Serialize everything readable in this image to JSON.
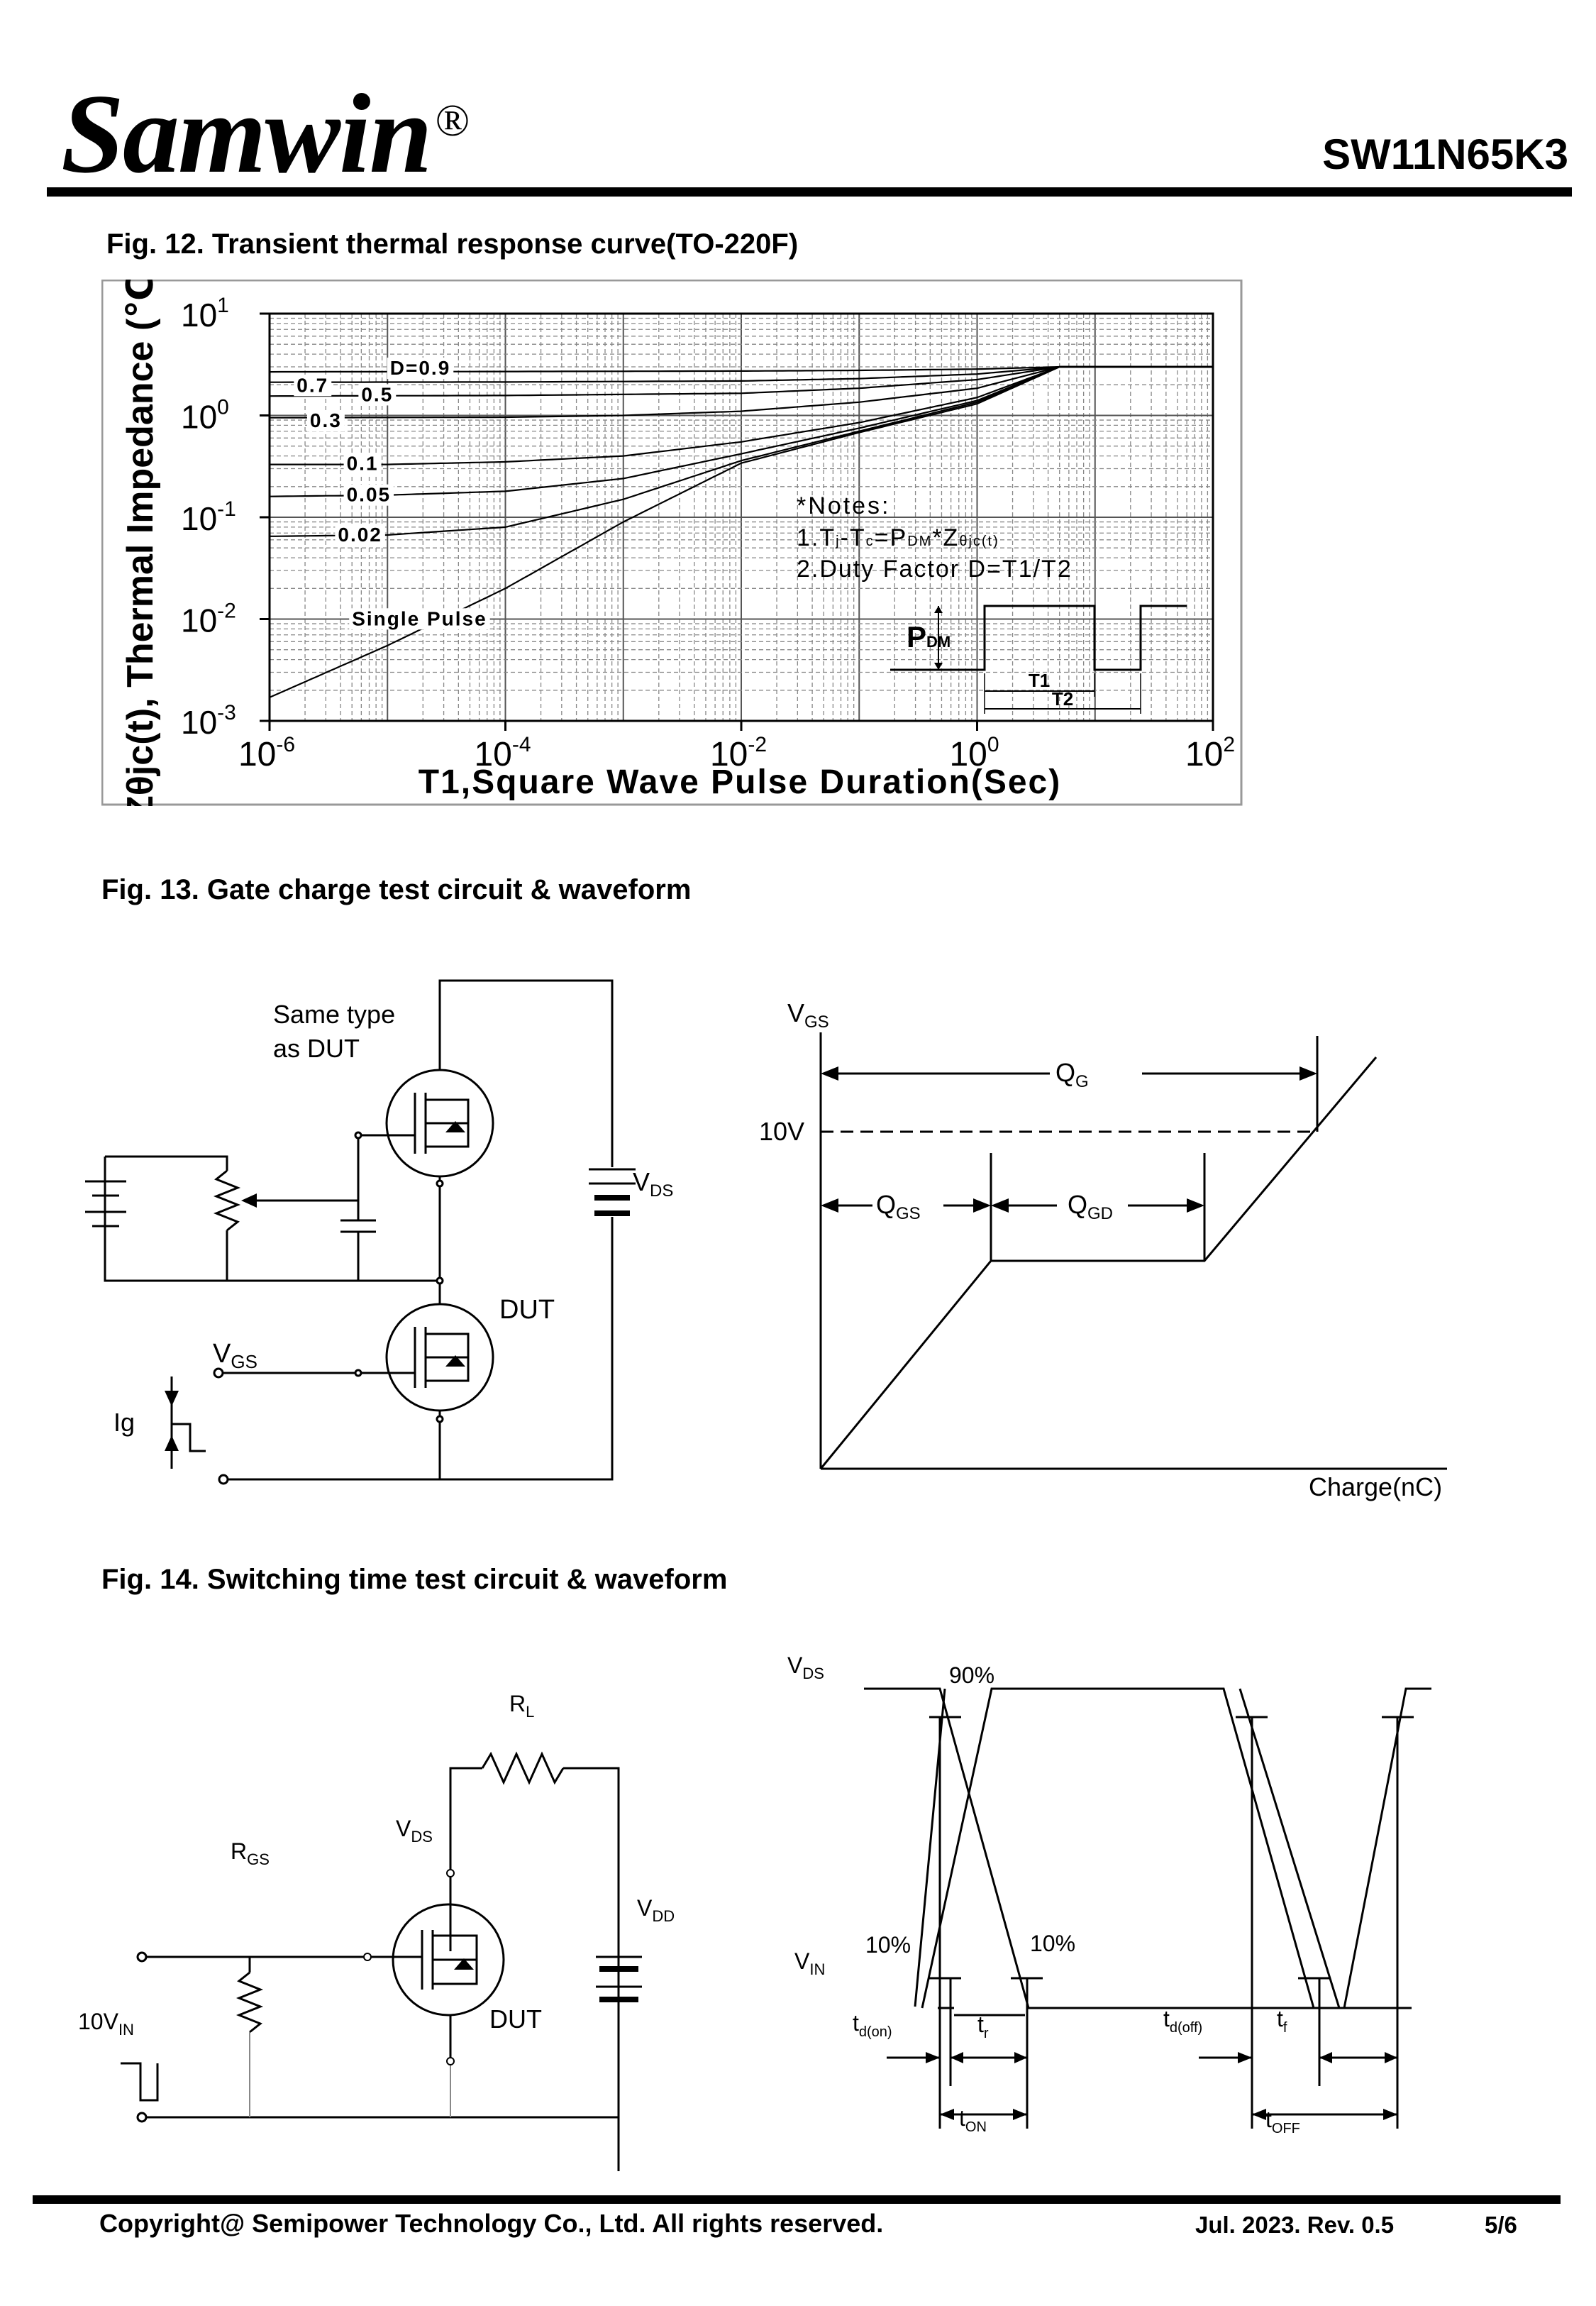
{
  "header": {
    "brand": "Samwin",
    "brand_mark": "®",
    "part_number": "SW11N65K3"
  },
  "fig12": {
    "title": "Fig. 12. Transient thermal response curve(TO-220F)",
    "chart_data": {
      "type": "line",
      "log_x": true,
      "log_y": true,
      "xlim": [
        1e-06,
        100
      ],
      "ylim": [
        0.001,
        10
      ],
      "grid": true,
      "x_tick_labels": [
        "10-6",
        "10-4",
        "10-2",
        "100",
        "102"
      ],
      "y_tick_labels": [
        "10-3",
        "10-2",
        "10-1",
        "100",
        "101"
      ],
      "xlabel": "T1,Square Wave Pulse Duration(Sec)",
      "ylabel": "Zθjc(t), Thermal Impedance (℃/W)",
      "series": [
        {
          "name": "D=0.9",
          "x": [
            1e-06,
            0.0001,
            0.01,
            0.1,
            1,
            5,
            100
          ],
          "y": [
            2.68,
            2.7,
            2.73,
            2.77,
            2.85,
            3.0,
            3.0
          ]
        },
        {
          "name": "0.7",
          "x": [
            1e-06,
            0.0001,
            0.01,
            0.1,
            1,
            5,
            100
          ],
          "y": [
            2.12,
            2.13,
            2.18,
            2.3,
            2.55,
            3.0,
            3.0
          ]
        },
        {
          "name": "0.5",
          "x": [
            1e-06,
            0.0001,
            0.01,
            0.1,
            1,
            5,
            100
          ],
          "y": [
            1.55,
            1.57,
            1.65,
            1.85,
            2.25,
            3.0,
            3.0
          ]
        },
        {
          "name": "0.3",
          "x": [
            1e-06,
            0.0001,
            0.001,
            0.01,
            0.1,
            1,
            5,
            100
          ],
          "y": [
            0.95,
            0.96,
            1.0,
            1.1,
            1.35,
            1.85,
            3.0,
            3.0
          ]
        },
        {
          "name": "0.1",
          "x": [
            1e-06,
            1e-05,
            0.0001,
            0.001,
            0.01,
            0.1,
            1,
            5,
            100
          ],
          "y": [
            0.33,
            0.33,
            0.35,
            0.4,
            0.55,
            0.85,
            1.5,
            3.0,
            3.0
          ]
        },
        {
          "name": "0.05",
          "x": [
            1e-06,
            1e-05,
            0.0001,
            0.001,
            0.01,
            0.1,
            1,
            5,
            100
          ],
          "y": [
            0.16,
            0.165,
            0.18,
            0.24,
            0.42,
            0.75,
            1.4,
            3.0,
            3.0
          ]
        },
        {
          "name": "0.02",
          "x": [
            1e-06,
            1e-05,
            0.0001,
            0.001,
            0.01,
            0.1,
            1,
            5,
            100
          ],
          "y": [
            0.065,
            0.067,
            0.08,
            0.15,
            0.36,
            0.7,
            1.35,
            3.0,
            3.0
          ]
        },
        {
          "name": "Single Pulse",
          "x": [
            1e-06,
            1e-05,
            0.0001,
            0.001,
            0.01,
            0.1,
            1,
            5,
            100
          ],
          "y": [
            0.0017,
            0.0055,
            0.02,
            0.09,
            0.34,
            0.68,
            1.3,
            3.0,
            3.0
          ]
        }
      ]
    },
    "notes": {
      "heading": "*Notes:",
      "note1_a": "1.T",
      "note1_a_sub": "j",
      "note1_b": "-T",
      "note1_b_sub": "c",
      "note1_c": "=P",
      "note1_c_sub": "DM",
      "note1_d": "*Z",
      "note1_d_sub": "θjc(t)",
      "note2": "2.Duty Factor D=T1/T2"
    },
    "inset": {
      "pdm": "P",
      "pdm_sub": "DM",
      "t1": "T1",
      "t2": "T2"
    }
  },
  "fig13": {
    "title": "Fig. 13. Gate charge test circuit & waveform",
    "circuit": {
      "same_type_1": "Same type",
      "same_type_2": "as DUT",
      "vds": "V",
      "vds_sub": "DS",
      "dut": "DUT",
      "vgs": "V",
      "vgs_sub": "GS",
      "ig": "Ig"
    },
    "waveform": {
      "vgs": "V",
      "vgs_sub": "GS",
      "qg": "Q",
      "qg_sub": "G",
      "v10": "10V",
      "qgs": "Q",
      "qgs_sub": "GS",
      "qgd": "Q",
      "qgd_sub": "GD",
      "charge": "Charge(nC)"
    }
  },
  "fig14": {
    "title": "Fig. 14. Switching time test circuit & waveform",
    "circuit": {
      "rl": "R",
      "rl_sub": "L",
      "rgs": "R",
      "rgs_sub": "GS",
      "vds": "V",
      "vds_sub": "DS",
      "vdd": "V",
      "vdd_sub": "DD",
      "vin": "10V",
      "vin_sub": "IN",
      "dut": "DUT"
    },
    "waveform": {
      "vds": "V",
      "vds_sub": "DS",
      "p90": "90%",
      "vin": "V",
      "vin_sub": "IN",
      "p10a": "10%",
      "p10b": "10%",
      "tdon": "t",
      "tdon_sub": "d(on)",
      "tr": "t",
      "tr_sub": "r",
      "tdoff": "t",
      "tdoff_sub": "d(off)",
      "tf": "t",
      "tf_sub": "f",
      "ton": "t",
      "ton_sub": "ON",
      "toff": "t",
      "toff_sub": "OFF"
    }
  },
  "footer": {
    "copyright": "Copyright@ Semipower Technology Co., Ltd. All rights reserved.",
    "date": "Jul. 2023. Rev. 0.5",
    "page": "5/6"
  }
}
